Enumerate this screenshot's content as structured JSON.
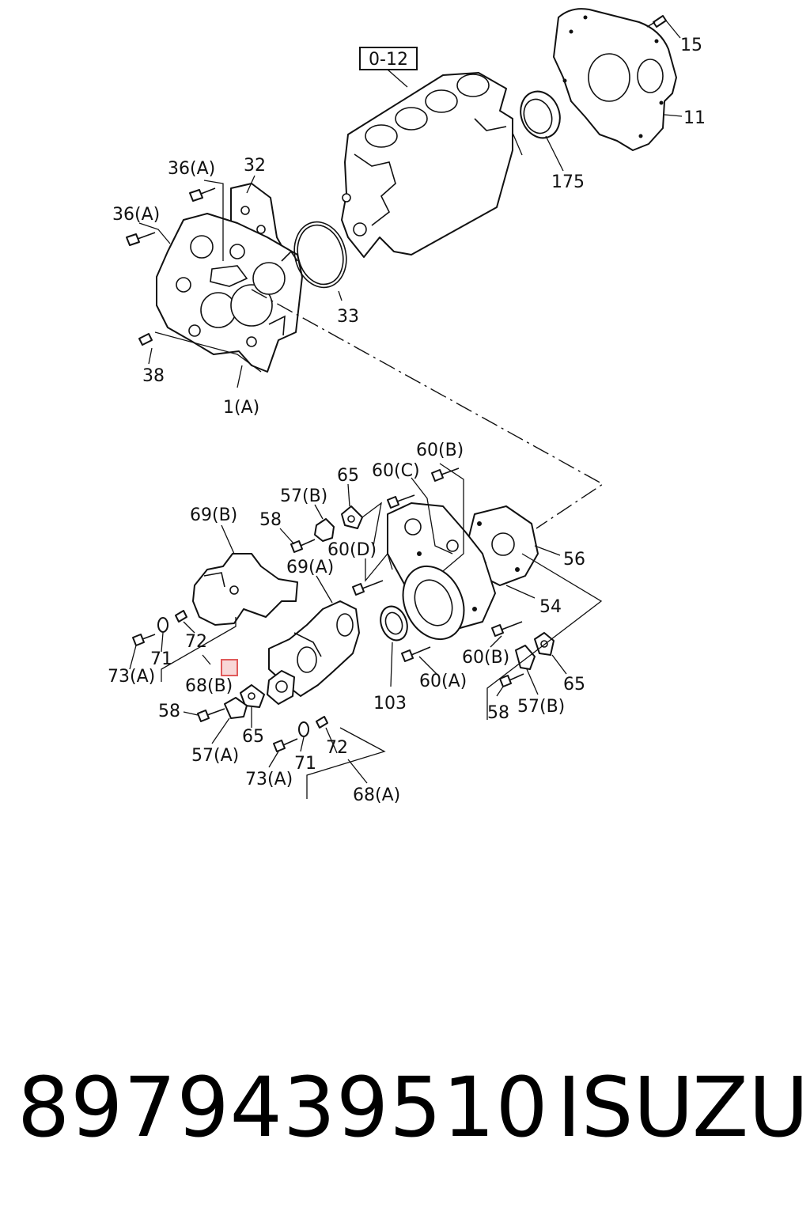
{
  "diagram": {
    "reference_box": "0-12",
    "highlight_color": "#e05a5a",
    "callouts": {
      "c15": "15",
      "c11": "11",
      "c175": "175",
      "c32": "32",
      "c36a_top": "36(A)",
      "c36a_left": "36(A)",
      "c33": "33",
      "c38": "38",
      "c1a": "1(A)",
      "c60b_top": "60(B)",
      "c65_top": "65",
      "c60c": "60(C)",
      "c57b_top": "57(B)",
      "c69b": "69(B)",
      "c58_top": "58",
      "c60d": "60(D)",
      "c69a": "69(A)",
      "c56": "56",
      "c54": "54",
      "c72_left": "72",
      "c71_left": "71",
      "c73a_left": "73(A)",
      "c68b": "68(B)",
      "c60b_low": "60(B)",
      "c65_right": "65",
      "c103": "103",
      "c60a": "60(A)",
      "c58_right": "58",
      "c57b_right": "57(B)",
      "c58_left": "58",
      "c65_mid": "65",
      "c57a": "57(A)",
      "c73a_bottom": "73(A)",
      "c71_bottom": "71",
      "c72_bottom": "72",
      "c68a": "68(A)"
    }
  },
  "footer": {
    "part_number": "8979439510",
    "brand": "ISUZU"
  }
}
